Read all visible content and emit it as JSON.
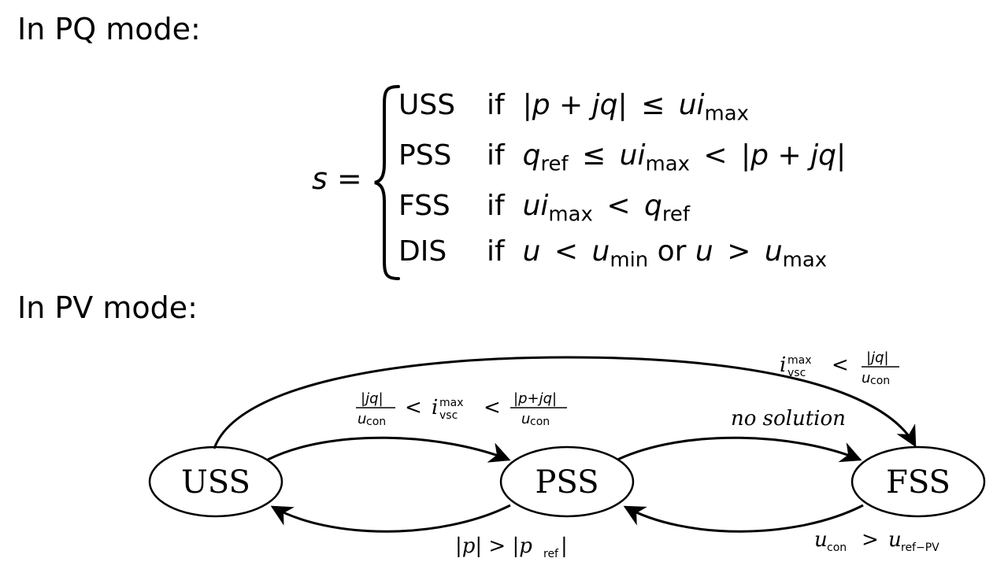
{
  "headings": {
    "pq_mode": "In PQ mode:",
    "pv_mode": "In PV mode:"
  },
  "equation": {
    "lhs_var": "s",
    "lhs_eq": "=",
    "cases": [
      {
        "label": "USS",
        "if": "if"
      },
      {
        "label": "PSS",
        "if": "if"
      },
      {
        "label": "FSS",
        "if": "if"
      },
      {
        "label": "DIS",
        "if": "if",
        "or": "or"
      }
    ]
  },
  "diagram": {
    "nodes": [
      {
        "label": "USS"
      },
      {
        "label": "PSS"
      },
      {
        "label": "FSS"
      }
    ],
    "edges": {
      "no_solution": "no solution",
      "p_gt_pref": "|p| > |p",
      "pref_sub": "ref",
      "ucon_gt_uref": "u",
      "con_sub": "con",
      "uref_sub": "ref−PV",
      "i_vsc": "i",
      "vsc_sub": "vsc",
      "max_sup": "max",
      "lt": "<",
      "gt": ">",
      "jq_abs": "|jq|",
      "pjq_abs": "|p+jq|",
      "u_con": "u"
    }
  }
}
